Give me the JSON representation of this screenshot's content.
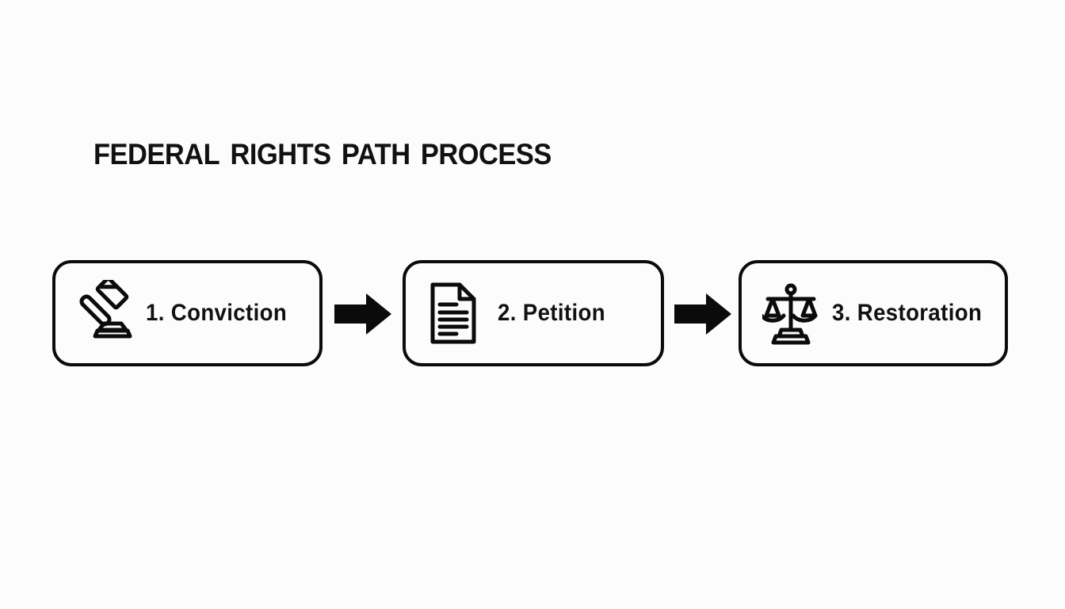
{
  "page": {
    "title": "Federal Rights Path Process",
    "background_color": "#fcfcfc",
    "ink_color": "#111111"
  },
  "heading": {
    "text": "Federal Rights Path Process"
  },
  "flow": {
    "type": "process-flow",
    "direction": "left-to-right",
    "step_count": 3,
    "steps": [
      {
        "number": "1.",
        "label": "1. Conviction",
        "icon": "gavel-icon"
      },
      {
        "number": "2.",
        "label": "2. Petition",
        "icon": "document-icon"
      },
      {
        "number": "3.",
        "label": "3. Restoration",
        "icon": "scales-of-justice-icon"
      }
    ],
    "connectors": [
      {
        "name": "arrow-1",
        "icon": "arrow-right-icon"
      },
      {
        "name": "arrow-2",
        "icon": "arrow-right-icon"
      }
    ]
  }
}
